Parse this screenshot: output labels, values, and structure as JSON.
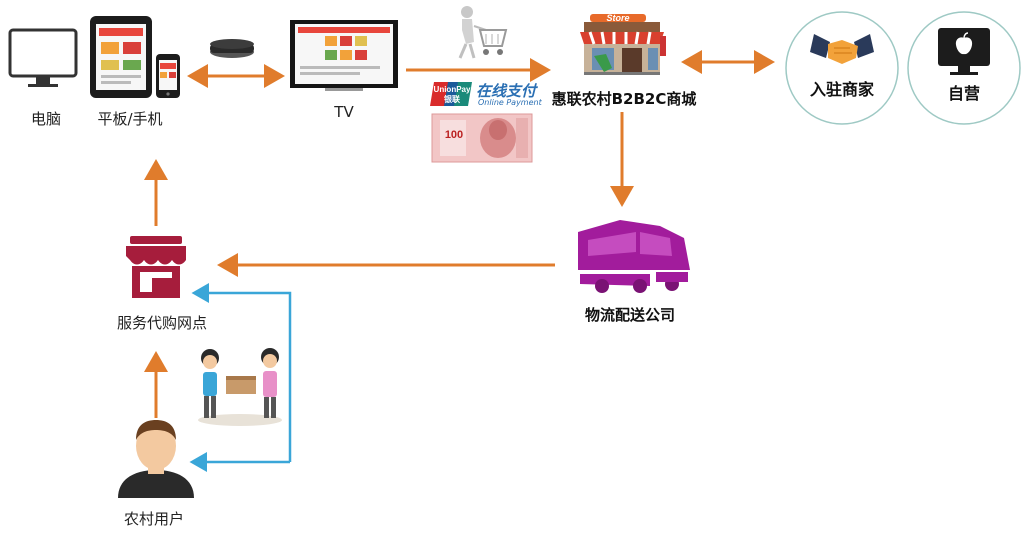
{
  "nodes": {
    "pc": "电脑",
    "tablet_phone": "平板/手机",
    "tv": "TV",
    "mall": "惠联农村B2B2C商城",
    "merchant": "入驻商家",
    "self_operated": "自营",
    "logistics": "物流配送公司",
    "service_point": "服务代购网点",
    "rural_user": "农村用户"
  },
  "payment": {
    "logo_top": "UnionPay",
    "logo_bottom": "银联",
    "title": "在线支付",
    "subtitle": "Online Payment",
    "banknote": "100"
  },
  "store_sign": "Store",
  "colors": {
    "orange": "#e07c2c",
    "blue": "#3aa6d8",
    "maroon": "#a61d3c",
    "purple": "#a21c9c",
    "teal_circle": "#9ec9c4"
  }
}
